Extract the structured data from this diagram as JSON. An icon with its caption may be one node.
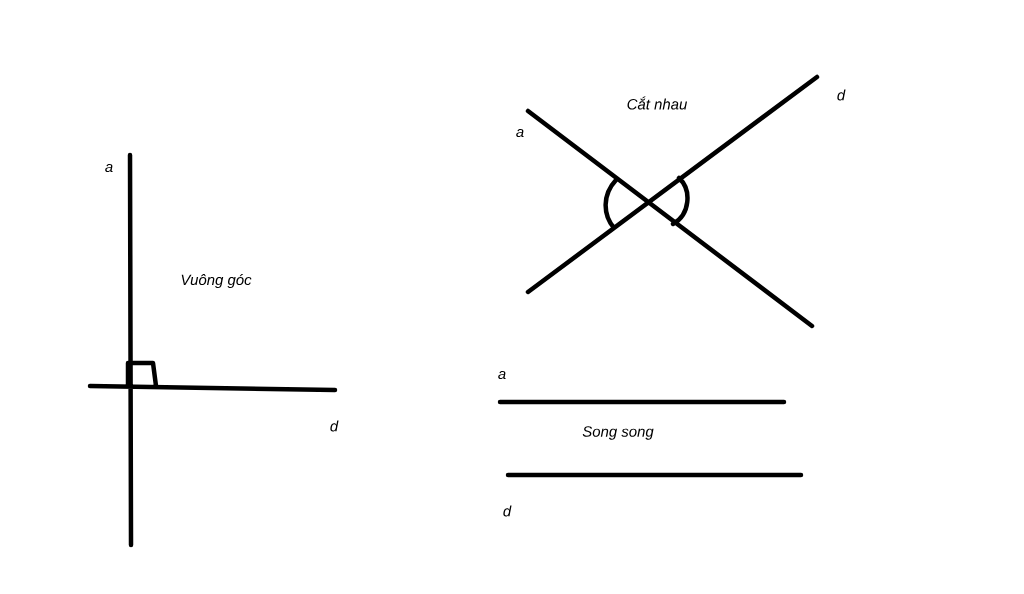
{
  "diagram": {
    "labels": [
      "a",
      "Vuông góc",
      "d",
      "Cắt nhau",
      "a",
      "d",
      "a",
      "Song song",
      "d"
    ]
  }
}
